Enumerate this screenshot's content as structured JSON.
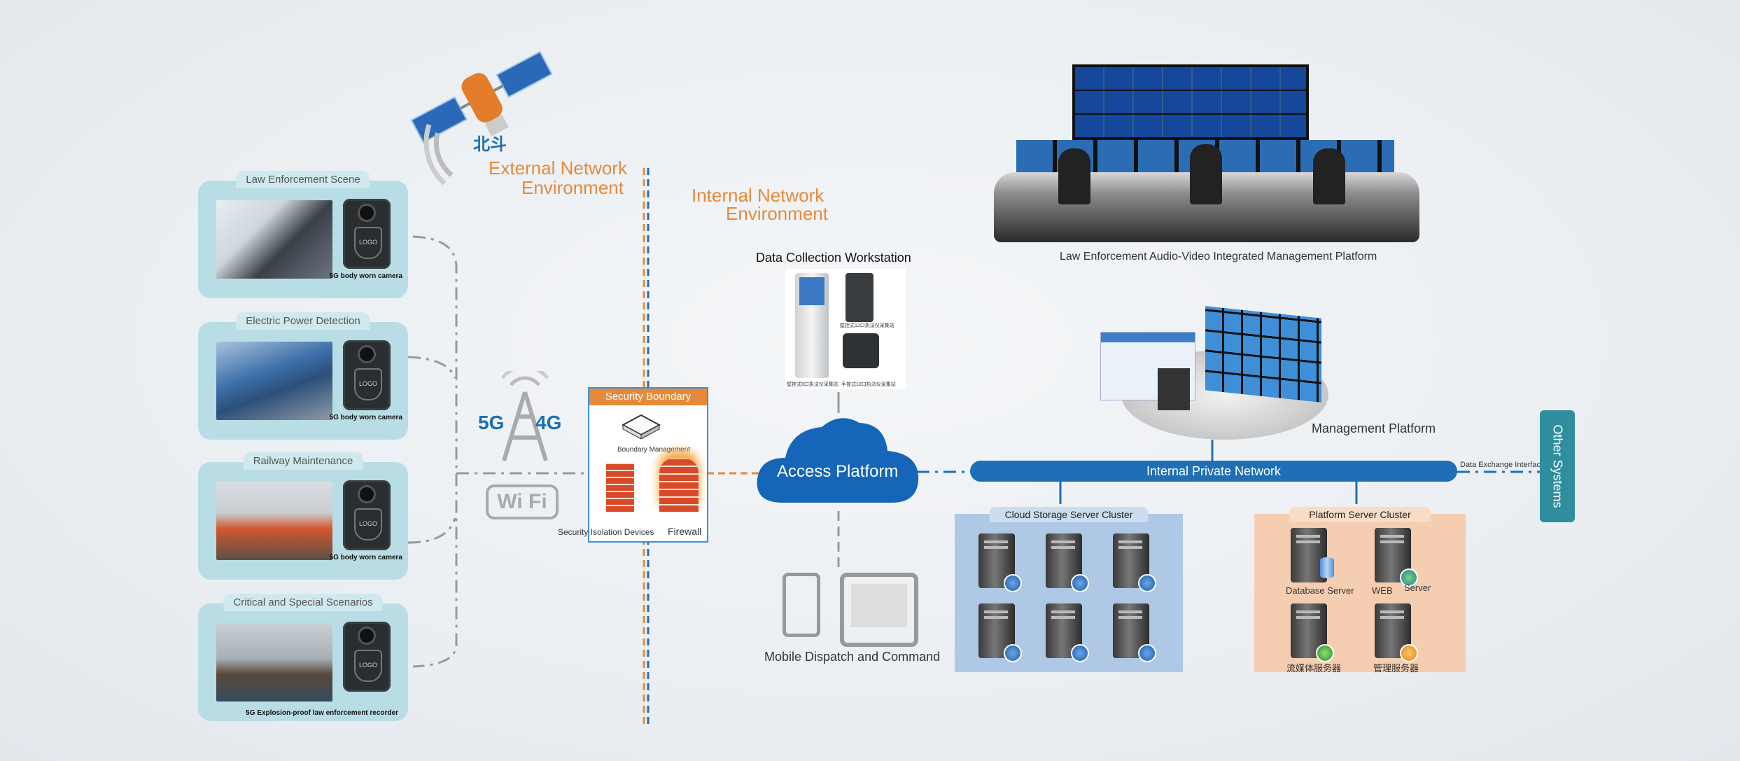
{
  "left_scenes": [
    {
      "title": "Law Enforcement Scene",
      "device": "5G body worn camera"
    },
    {
      "title": "Electric Power Detection",
      "device": "5G body worn camera"
    },
    {
      "title": "Railway Maintenance",
      "device": "5G body worn camera"
    },
    {
      "title": "Critical and Special Scenarios",
      "device": "5G Explosion-proof law enforcement recorder"
    }
  ],
  "satellite_label": "北斗",
  "external_env": {
    "line1": "External Network",
    "line2": "Environment"
  },
  "internal_env": {
    "line1": "Internal Network",
    "line2": "Environment"
  },
  "network": {
    "fiveg": "5G",
    "fourg": "4G",
    "wifi": "Wi Fi"
  },
  "security_boundary": {
    "title": "Security Boundary",
    "boundary_mgmt": "Boundary Management",
    "isolation": "Security Isolation Devices",
    "firewall": "Firewall"
  },
  "data_collection": {
    "title": "Data Collection Workstation",
    "device_labels": [
      "壁挂式8口执法仪采集站",
      "壁挂式12口执法仪采集站",
      "手提式10口执法仪采集站"
    ]
  },
  "access_platform": "Access Platform",
  "mobile_dispatch": "Mobile Dispatch and Command",
  "av_platform": "Law Enforcement Audio-Video Integrated Management Platform",
  "management_platform": "Management Platform",
  "private_network": "Internal Private Network",
  "data_exchange": "Data Exchange Interface",
  "other_systems": "Other Systems",
  "cloud_cluster": {
    "title": "Cloud Storage Server Cluster"
  },
  "platform_cluster": {
    "title": "Platform Server Cluster",
    "servers": [
      "Database Server",
      "WEB",
      "Server",
      "流媒体服务器",
      "管理服务器"
    ]
  },
  "colors": {
    "accent_blue": "#1e6fb5",
    "orange": "#e58a3a",
    "teal": "#2e8e9e",
    "card": "#b9dde4"
  }
}
